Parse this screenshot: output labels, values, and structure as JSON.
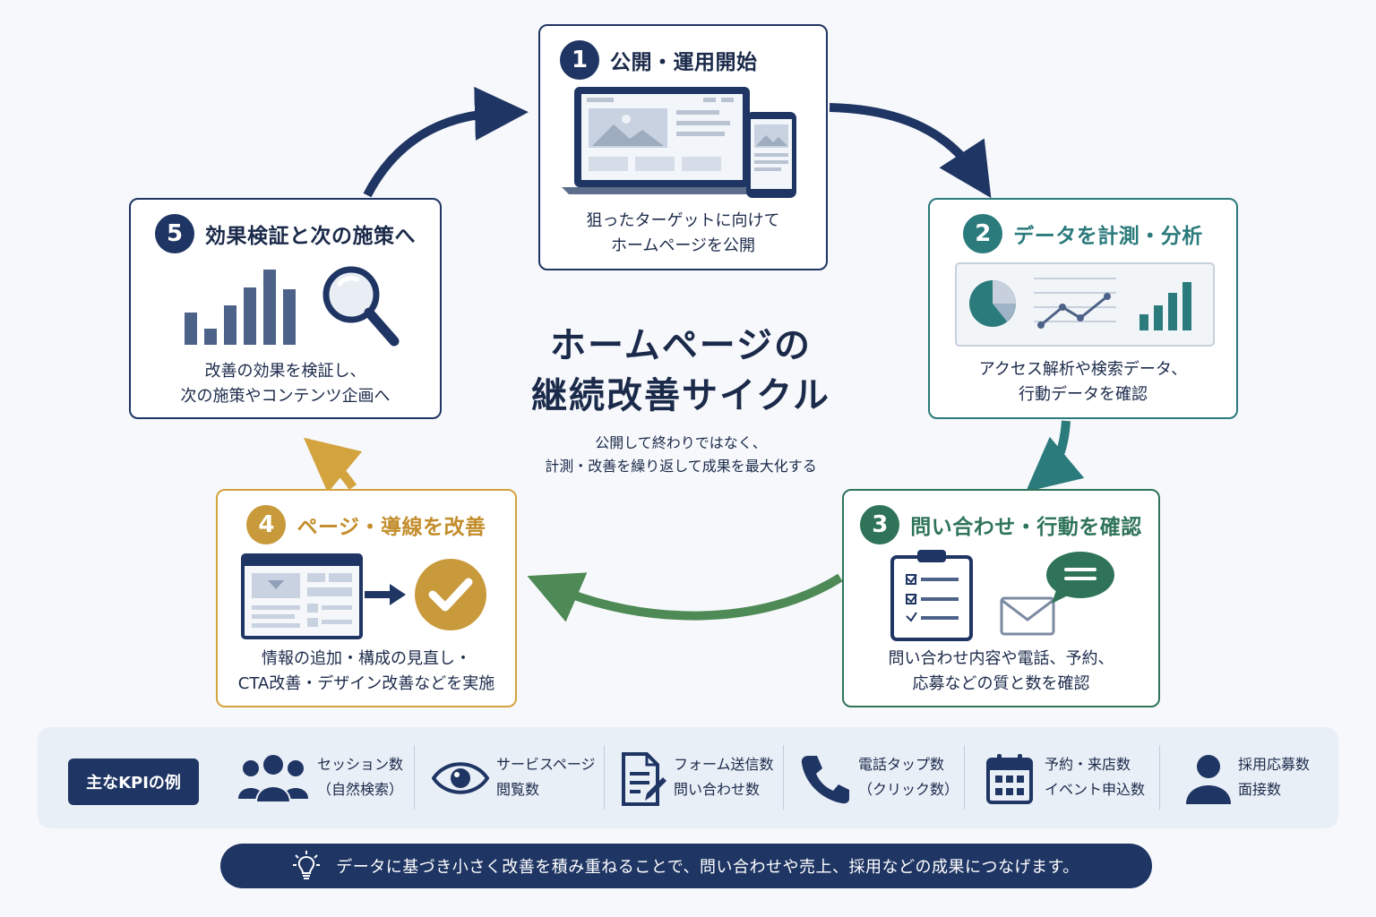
{
  "center": {
    "title_line1": "ホームページの",
    "title_line2": "継続改善サイクル",
    "subtitle_line1": "公開して終わりではなく、",
    "subtitle_line2": "計測・改善を繰り返して成果を最大化する"
  },
  "steps": [
    {
      "number": "1",
      "title": "公開・運用開始",
      "desc_line1": "狙ったターゲットに向けて",
      "desc_line2": "ホームページを公開",
      "color": "#1f3563"
    },
    {
      "number": "2",
      "title": "データを計測・分析",
      "desc_line1": "アクセス解析や検索データ、",
      "desc_line2": "行動データを確認",
      "color": "#2b7a7c"
    },
    {
      "number": "3",
      "title": "問い合わせ・行動を確認",
      "desc_line1": "問い合わせ内容や電話、予約、",
      "desc_line2": "応募などの質と数を確認",
      "color": "#2f7459"
    },
    {
      "number": "4",
      "title": "ページ・導線を改善",
      "desc_line1": "情報の追加・構成の見直し・",
      "desc_line2": "CTA改善・デザイン改善などを実施",
      "color": "#c89a3c"
    },
    {
      "number": "5",
      "title": "効果検証と次の施策へ",
      "desc_line1": "改善の効果を検証し、",
      "desc_line2": "次の施策やコンテンツ企画へ",
      "color": "#1f3563"
    }
  ],
  "kpi": {
    "label": "主なKPIの例",
    "items": [
      {
        "icon": "users-icon",
        "line1": "セッション数",
        "line2": "（自然検索）"
      },
      {
        "icon": "eye-icon",
        "line1": "サービスページ",
        "line2": "閲覧数"
      },
      {
        "icon": "form-icon",
        "line1": "フォーム送信数",
        "line2": "問い合わせ数"
      },
      {
        "icon": "phone-icon",
        "line1": "電話タップ数",
        "line2": "（クリック数）"
      },
      {
        "icon": "calendar-icon",
        "line1": "予約・来店数",
        "line2": "イベント申込数"
      },
      {
        "icon": "person-icon",
        "line1": "採用応募数",
        "line2": "面接数"
      }
    ]
  },
  "banner": {
    "icon": "lightbulb-icon",
    "text": "データに基づき小さく改善を積み重ねることで、問い合わせや売上、採用などの成果につなげます。"
  },
  "colors": {
    "navy": "#1f3563",
    "teal": "#2b7a7c",
    "green": "#2f7459",
    "gold": "#c89a3c"
  }
}
